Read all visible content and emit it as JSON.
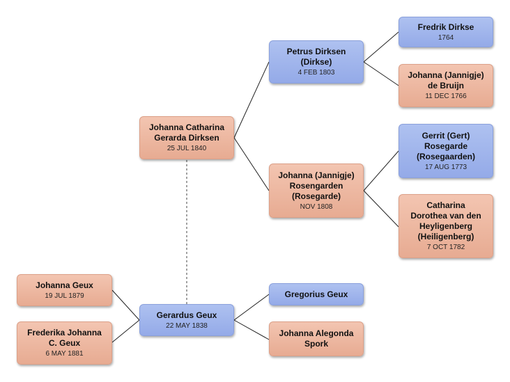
{
  "colors": {
    "male_box": "#9fb4ec",
    "female_box": "#ecb7a0",
    "connector": "#222222"
  },
  "people": {
    "jcgd": {
      "lines": [
        "Johanna Catharina",
        "Gerarda Dirksen"
      ],
      "date": "25 JUL 1840",
      "gender": "female"
    },
    "pd": {
      "lines": [
        "Petrus Dirksen",
        "(Dirkse)"
      ],
      "date": "4 FEB 1803",
      "gender": "male"
    },
    "jr": {
      "lines": [
        "Johanna (Jannigje)",
        "Rosengarden",
        "(Rosegarde)"
      ],
      "date": "NOV 1808",
      "gender": "female"
    },
    "fd": {
      "lines": [
        "Fredrik Dirkse"
      ],
      "date": "1764",
      "gender": "male"
    },
    "jdb": {
      "lines": [
        "Johanna (Jannigje)",
        "de Bruijn"
      ],
      "date": "11 DEC 1766",
      "gender": "female"
    },
    "gr": {
      "lines": [
        "Gerrit (Gert)",
        "Rosegarde",
        "(Rosegaarden)"
      ],
      "date": "17 AUG 1773",
      "gender": "male"
    },
    "cd": {
      "lines": [
        "Catharina",
        "Dorothea van den",
        "Heyligenberg",
        "(Heiligenberg)"
      ],
      "date": "7 OCT 1782",
      "gender": "female"
    },
    "gg": {
      "lines": [
        "Gerardus Geux"
      ],
      "date": "22 MAY 1838",
      "gender": "male"
    },
    "greg": {
      "lines": [
        "Gregorius Geux"
      ],
      "date": "",
      "gender": "male"
    },
    "jas": {
      "lines": [
        "Johanna Alegonda",
        "Spork"
      ],
      "date": "",
      "gender": "female"
    },
    "jg": {
      "lines": [
        "Johanna Geux"
      ],
      "date": "19 JUL 1879",
      "gender": "female"
    },
    "fjg": {
      "lines": [
        "Frederika Johanna",
        "C. Geux"
      ],
      "date": "6 MAY 1881",
      "gender": "female"
    }
  }
}
